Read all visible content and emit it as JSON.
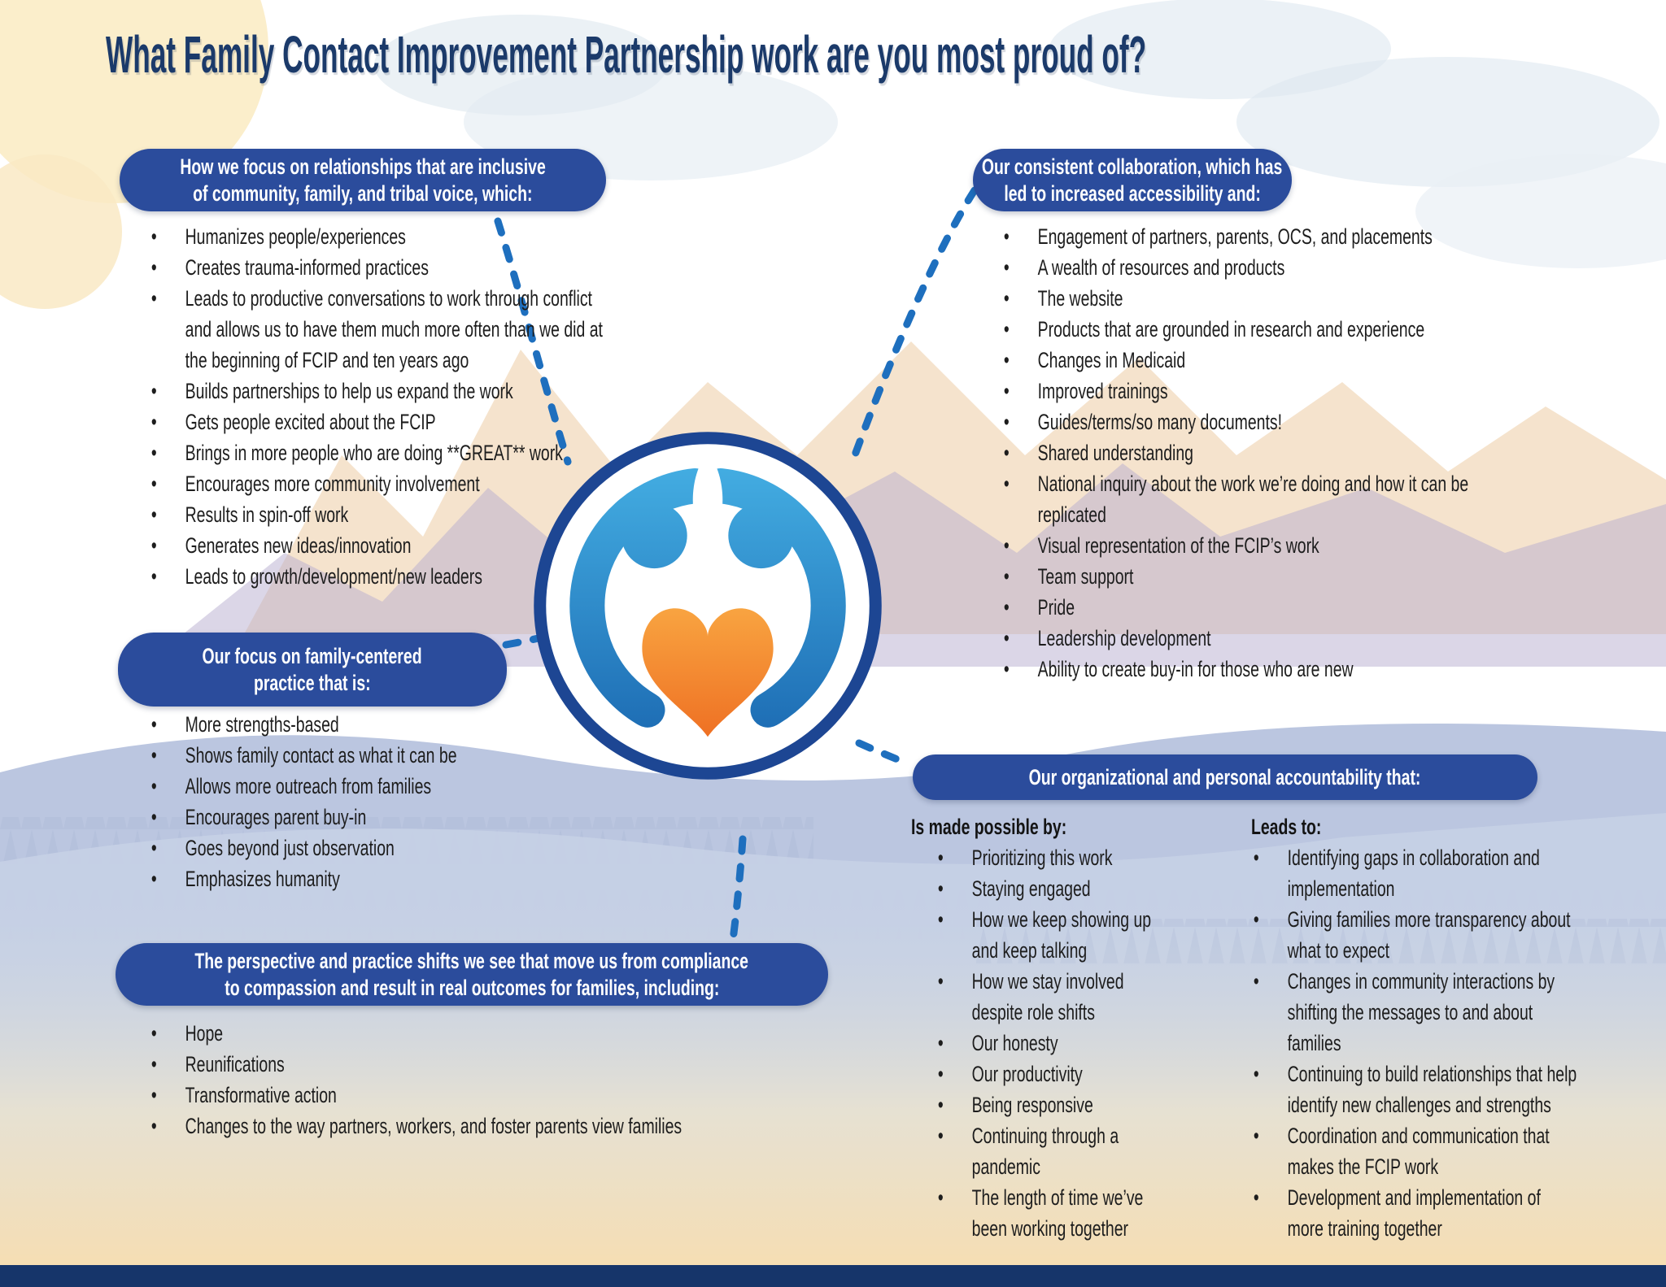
{
  "title": "What Family Contact Improvement Partnership work are you most proud of?",
  "sections": {
    "relationships": {
      "header_lines": [
        "How we focus on relationships that are inclusive",
        "of community, family, and tribal voice, which:"
      ],
      "items": [
        "Humanizes people/experiences",
        "Creates trauma-informed practices",
        "Leads to productive conversations to work through conflict and allows us to have them much more often than we did at the beginning of FCIP and ten years ago",
        "Builds partnerships to help us expand the work",
        "Gets people excited about the FCIP",
        "Brings in more people who are doing **GREAT** work",
        "Encourages more community involvement",
        "Results in spin-off work",
        "Generates new ideas/innovation",
        "Leads to growth/development/new leaders"
      ]
    },
    "family_centered": {
      "header_lines": [
        "Our focus on family-centered",
        "practice that is:"
      ],
      "items": [
        "More strengths-based",
        "Shows family contact as what it can be",
        "Allows more outreach from families",
        "Encourages parent buy-in",
        "Goes beyond just observation",
        "Emphasizes humanity"
      ]
    },
    "perspective_shifts": {
      "header_lines": [
        "The perspective and practice shifts we see that move us from compliance",
        "to compassion and result in real outcomes for families, including:"
      ],
      "items": [
        "Hope",
        "Reunifications",
        "Transformative action",
        "Changes to the way partners, workers, and foster parents view families"
      ]
    },
    "collaboration": {
      "header_lines": [
        "Our consistent collaboration, which has",
        "led to increased accessibility and:"
      ],
      "items": [
        "Engagement of partners, parents, OCS, and placements",
        "A wealth of resources and products",
        "The website",
        "Products that are grounded in research and experience",
        "Changes in Medicaid",
        "Improved trainings",
        "Guides/terms/so many documents!",
        "Shared understanding",
        "National inquiry about the work we’re doing and how it can be replicated",
        "Visual representation of the FCIP’s work",
        "Team support",
        "Pride",
        "Leadership development",
        "Ability to create buy-in for those who are new"
      ]
    },
    "accountability": {
      "header_lines": [
        "Our organizational and personal accountability that:"
      ],
      "columns": [
        {
          "heading": "Is made possible by:",
          "items": [
            "Prioritizing this work",
            "Staying engaged",
            "How we keep showing up and keep talking",
            "How we stay involved despite role shifts",
            "Our honesty",
            "Our productivity",
            "Being responsive",
            "Continuing through a pandemic",
            "The length of time we’ve been working together"
          ]
        },
        {
          "heading": "Leads to:",
          "items": [
            "Identifying gaps in collaboration and implementation",
            "Giving families more transparency about what to expect",
            "Changes in community interactions by shifting the messages to and about families",
            "Continuing to build relationships that help identify new challenges and strengths",
            "Coordination and communication that makes the FCIP work",
            "Development and implementation of more training together"
          ]
        }
      ]
    }
  },
  "logo": {
    "icon_name": "two-figures-heart-circle-logo"
  },
  "colors": {
    "pill_blue": "#2b4c9c",
    "title_navy": "#1b3a6a",
    "dash_blue": "#1e6fbe",
    "footer_navy": "#16356a",
    "figure_blue": "#1f78be",
    "heart_orange": "#f18a2b",
    "text_dark": "#1d1d1d"
  }
}
